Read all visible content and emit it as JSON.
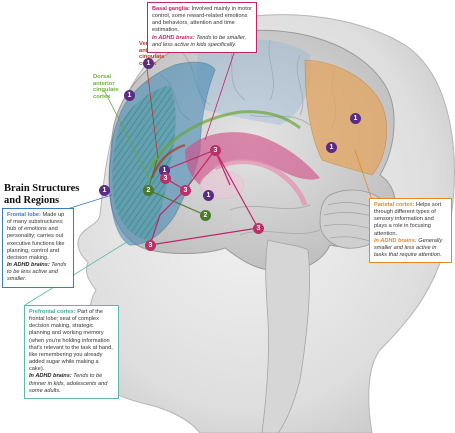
{
  "title": "Brain Structures and Regions",
  "colors": {
    "frontal": "#3a7cc0",
    "prefrontal": "#5fb8ad",
    "basal": "#c0256a",
    "parietal": "#e08a2a",
    "ventral": "#c0392b",
    "dorsal": "#6bb33a"
  },
  "labels": {
    "ventral": "Ventral anterior cingulate cortex",
    "dorsal": "Dorsal anterior cingulate cortex"
  },
  "badges": [
    "1",
    "2",
    "3"
  ],
  "boxes": {
    "basal": {
      "heading": "Basal ganglia:",
      "text": "Involved mainly in motor control, some reward-related emotions and behaviors, attention and time estimation.",
      "adhd_heading": "In ADHD brains:",
      "adhd_text": "Tends to be smaller, and less active in kids specifically."
    },
    "frontal": {
      "heading": "Frontal lobe:",
      "text": "Made up of many substructures; hub of emotions and personality; carries out executive functions like planning, control and decision making.",
      "adhd_heading": "In ADHD brains:",
      "adhd_text": "Tends to be less active and smaller."
    },
    "parietal": {
      "heading": "Parietal cortex:",
      "text": "Helps sort through different types of sensory information and plays a role in focusing attention.",
      "adhd_heading": "In ADHD brains:",
      "adhd_text": "Generally smaller and less active in tasks that require attention."
    },
    "prefrontal": {
      "heading": "Prefrontal cortex:",
      "text": "Part of the frontal lobe; seat of complex decision making, strategic planning and working memory (when you're holding information that's relevant to the task at hand, like remembering you already added sugar while making a cake).",
      "adhd_heading": "In ADHD brains:",
      "adhd_text": "Tends to be thinner in kids, adolescents and some adults."
    }
  }
}
